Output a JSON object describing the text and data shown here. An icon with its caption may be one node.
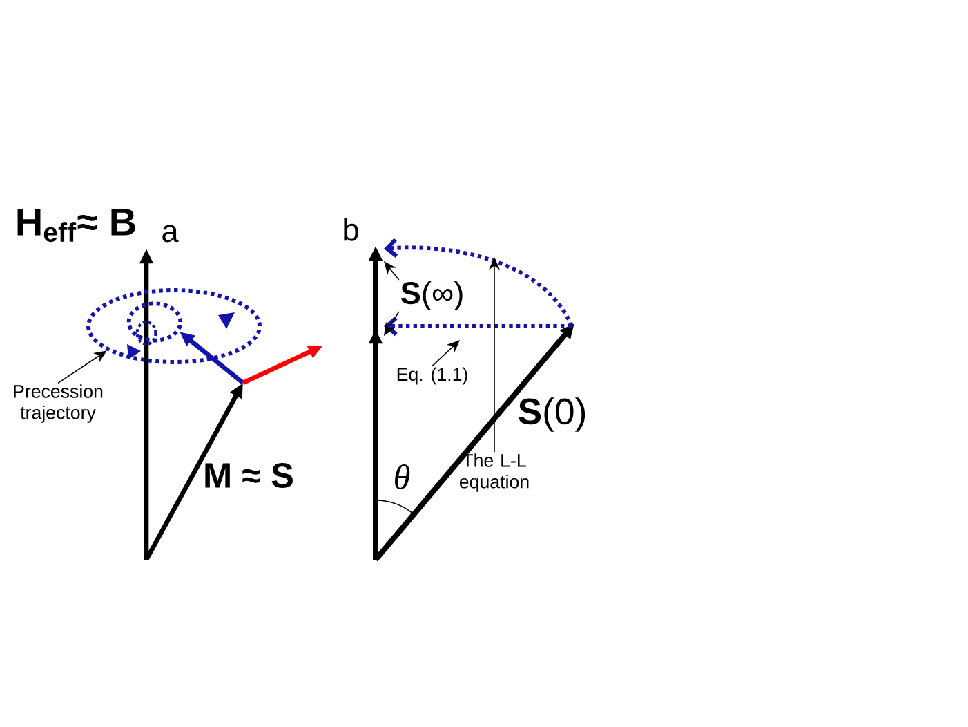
{
  "diagram": {
    "nodes": [
      {
        "text": [
          "Precession trajectory"
        ]
      },
      {
        "text": [
          "**S**(∞)"
        ]
      },
      {
        "text": [
          "Eq. (1.1)"
        ]
      },
      {
        "text": [
          "The L-L equation"
        ]
      },
      {
        "text": [],
        "shape": "ellipse"
      }
    ],
    "edges": [
      {
        "from": 0,
        "to": 4,
        "arrow": "to"
      },
      {
        "from": 1,
        "to": null,
        "arrow": "to"
      },
      {
        "from": 1,
        "to": null,
        "arrow": "to"
      },
      {
        "from": 2,
        "to": null,
        "arrow": "to"
      },
      {
        "from": 3,
        "to": null,
        "arrow": "to"
      }
    ],
    "labels": [
      "H$_{eff}$≈ B",
      "a",
      "b",
      "M ≈ S",
      "**S**(0)",
      "θ"
    ]
  }
}
